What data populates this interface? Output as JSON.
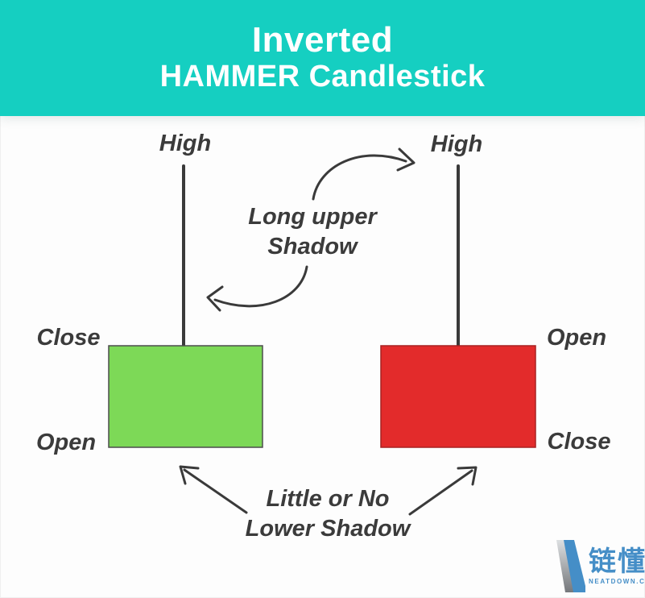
{
  "header": {
    "title_line1": "Inverted",
    "title_line2": "HAMMER Candlestick"
  },
  "colors": {
    "header_bg": "#15CFC1",
    "header_text": "#FFFFFF",
    "bullish_body": "#7DD957",
    "bearish_body": "#E32B2B",
    "line_stroke": "#3A3A3A",
    "label_text": "#3B3B3B",
    "watermark_blue": "#2C7FC0"
  },
  "candles": [
    {
      "side": "left",
      "direction": "bullish",
      "high_label": "High",
      "top_label": "Close",
      "bottom_label": "Open"
    },
    {
      "side": "right",
      "direction": "bearish",
      "high_label": "High",
      "top_label": "Open",
      "bottom_label": "Close"
    }
  ],
  "annotations": {
    "upper_shadow": {
      "line1": "Long upper",
      "line2": "Shadow"
    },
    "lower_shadow": {
      "line1": "Little or No",
      "line2": "Lower Shadow"
    }
  },
  "watermark": {
    "brand": "链懂",
    "site": "NEATDOWN.COM"
  }
}
